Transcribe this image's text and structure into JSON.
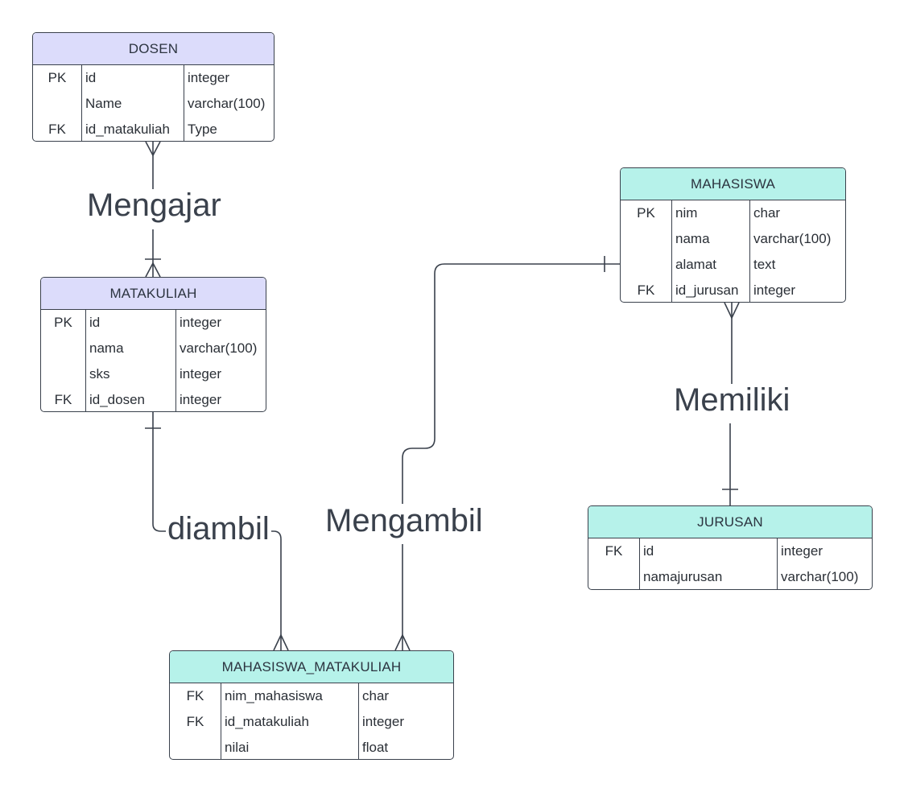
{
  "entities": {
    "dosen": {
      "title": "DOSEN",
      "rows": [
        {
          "key": "PK",
          "name": "id",
          "type": "integer"
        },
        {
          "key": "",
          "name": "Name",
          "type": "varchar(100)"
        },
        {
          "key": "FK",
          "name": "id_matakuliah",
          "type": "Type"
        }
      ]
    },
    "matakuliah": {
      "title": "MATAKULIAH",
      "rows": [
        {
          "key": "PK",
          "name": "id",
          "type": "integer"
        },
        {
          "key": "",
          "name": "nama",
          "type": "varchar(100)"
        },
        {
          "key": "",
          "name": "sks",
          "type": "integer"
        },
        {
          "key": "FK",
          "name": "id_dosen",
          "type": "integer"
        }
      ]
    },
    "mahasiswa": {
      "title": "MAHASISWA",
      "rows": [
        {
          "key": "PK",
          "name": "nim",
          "type": "char"
        },
        {
          "key": "",
          "name": "nama",
          "type": "varchar(100)"
        },
        {
          "key": "",
          "name": "alamat",
          "type": "text"
        },
        {
          "key": "FK",
          "name": "id_jurusan",
          "type": "integer"
        }
      ]
    },
    "jurusan": {
      "title": "JURUSAN",
      "rows": [
        {
          "key": "FK",
          "name": "id",
          "type": "integer"
        },
        {
          "key": "",
          "name": "namajurusan",
          "type": "varchar(100)"
        }
      ]
    },
    "mahasiswa_matakuliah": {
      "title": "MAHASISWA_MATAKULIAH",
      "rows": [
        {
          "key": "FK",
          "name": "nim_mahasiswa",
          "type": "char"
        },
        {
          "key": "FK",
          "name": "id_matakuliah",
          "type": "integer"
        },
        {
          "key": "",
          "name": "nilai",
          "type": "float"
        }
      ]
    }
  },
  "relationships": {
    "mengajar": "Mengajar",
    "memiliki": "Memiliki",
    "diambil": "diambil",
    "mengambil": "Mengambil"
  },
  "colors": {
    "header_violet": "#dcdcfb",
    "header_teal": "#b6f2ea",
    "line": "#3a414c",
    "text": "#2c3440"
  }
}
